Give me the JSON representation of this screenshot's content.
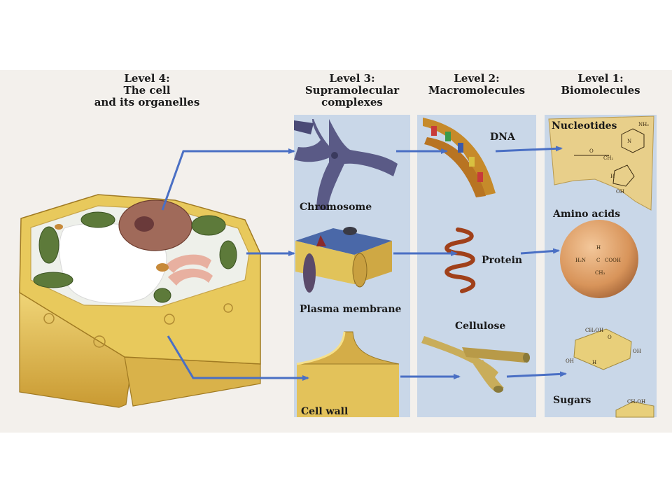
{
  "headings": {
    "level4": [
      "Level 4:",
      "The cell",
      "and its organelles"
    ],
    "level3": [
      "Level 3:",
      "Supramolecular",
      "complexes"
    ],
    "level2": [
      "Level 2:",
      "Macromolecules"
    ],
    "level1": [
      "Level 1:",
      "Biomolecules"
    ]
  },
  "labels": {
    "chromosome": "Chromosome",
    "plasma_membrane": "Plasma membrane",
    "cell_wall": "Cell wall",
    "dna": "DNA",
    "protein": "Protein",
    "cellulose": "Cellulose",
    "nucleotides": "Nucleotides",
    "amino_acids": "Amino acids",
    "sugars": "Sugars"
  },
  "chem": {
    "nucleotide_nh2": "NH₂",
    "nucleotide_n": "N",
    "nucleotide_o": "O",
    "nucleotide_ch2": "CH₂",
    "nucleotide_oh": "OH",
    "nucleotide_h": "H",
    "amino_h": "H",
    "amino_h2n": "H₂N",
    "amino_c": "C",
    "amino_cooh": "COOH",
    "amino_ch3": "CH₃",
    "sugar_ch2oh": "CH₂OH",
    "sugar_oh": "OH",
    "sugar_h": "H",
    "sugar_o": "O"
  },
  "colors": {
    "arrow": "#4a6fc4",
    "panel": "#c9d7e8",
    "cell_wall": "#e6c65a"
  }
}
